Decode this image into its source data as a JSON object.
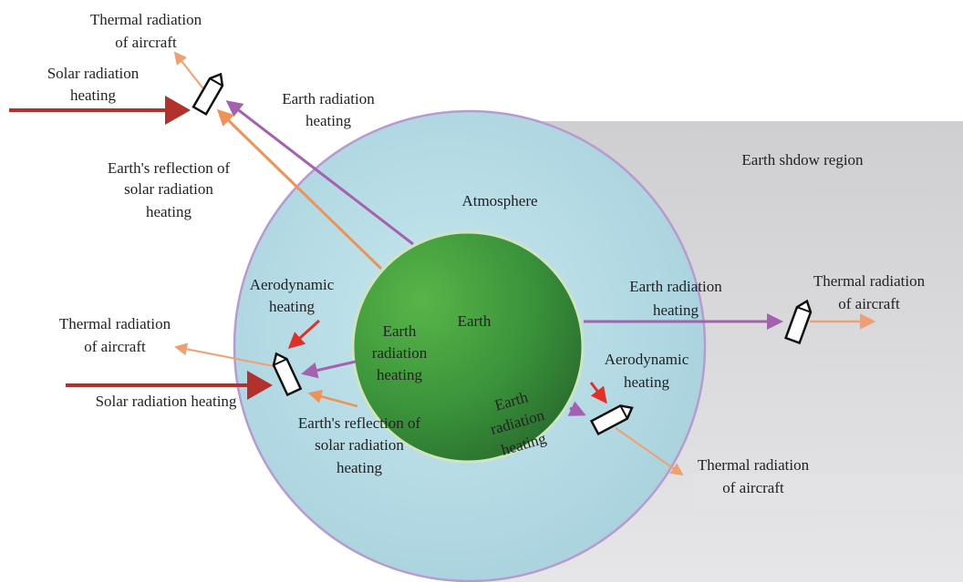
{
  "labels": {
    "thermal_top_1": "Thermal radiation",
    "thermal_top_2": "of aircraft",
    "solar_top_1": "Solar radiation",
    "solar_top_2": "heating",
    "earth_rad_top_1": "Earth radiation",
    "earth_rad_top_2": "heating",
    "reflect_top_1": "Earth's reflection of",
    "reflect_top_2": "solar radiation",
    "reflect_top_3": "heating",
    "atmosphere": "Atmosphere",
    "shadow": "Earth shdow region",
    "earth": "Earth",
    "aero_left_1": "Aerodynamic",
    "aero_left_2": "heating",
    "thermal_left_1": "Thermal radiation",
    "thermal_left_2": "of aircraft",
    "solar_left": "Solar radiation heating",
    "earth_rad_inner_1": "Earth",
    "earth_rad_inner_2": "radiation",
    "earth_rad_inner_3": "heating",
    "reflect_left_1": "Earth's reflection of",
    "reflect_left_2": "solar radiation",
    "reflect_left_3": "heating",
    "earth_rad_right_1": "Earth radiation",
    "earth_rad_right_2": "heating",
    "thermal_right_1": "Thermal radiation",
    "thermal_right_2": "of aircraft",
    "aero_right_1": "Aerodynamic",
    "aero_right_2": "heating",
    "earth_rad_lower_1": "Earth",
    "earth_rad_lower_2": "radiation",
    "earth_rad_lower_3": "heating",
    "thermal_bottom_1": "Thermal radiation",
    "thermal_bottom_2": "of aircraft"
  },
  "colors": {
    "solar_arrow": "#b3312d",
    "aero_arrow": "#e0302a",
    "earth_radiation_arrow": "#a660b0",
    "reflection_arrow": "#ef9256",
    "thermal_arrow": "#f0a070",
    "atmosphere_fill": "#b4dbe4",
    "atmosphere_edge": "#b99ad0",
    "earth_fill": "#3e9a3e",
    "shadow_fill": "#d6d6d9"
  }
}
